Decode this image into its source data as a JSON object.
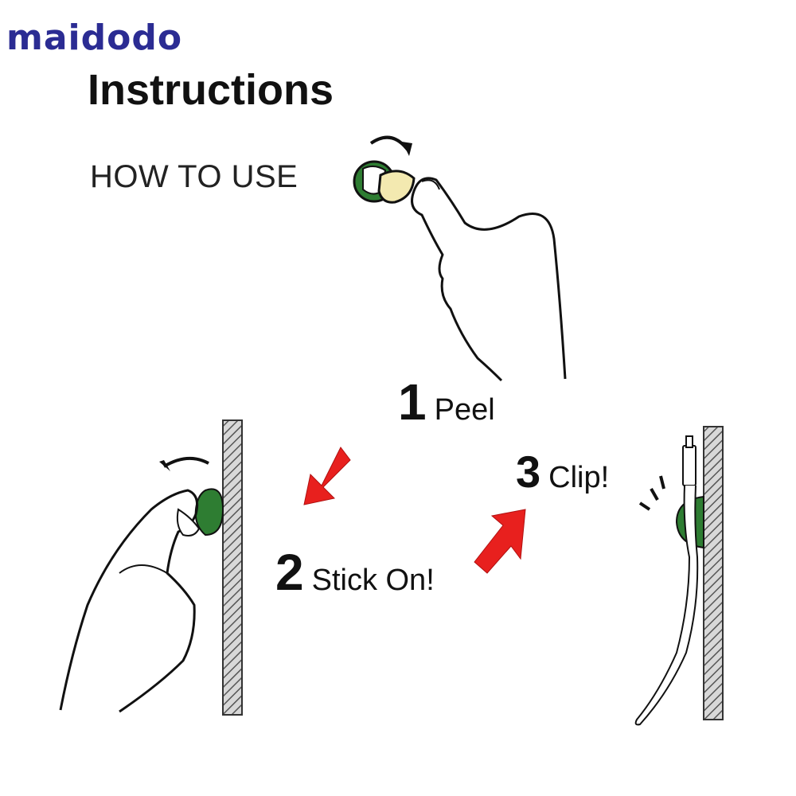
{
  "brand": {
    "logo_text": "maidodo",
    "color": "#2b2c93"
  },
  "header": {
    "title": "Instructions",
    "subtitle": "HOW TO USE"
  },
  "steps": [
    {
      "number": "1",
      "label": "Peel"
    },
    {
      "number": "2",
      "label": "Stick On!"
    },
    {
      "number": "3",
      "label": "Clip!"
    }
  ],
  "colors": {
    "clip_green": "#2e7d32",
    "adhesive": "#f3e9b0",
    "arrow_red": "#e8201e",
    "wall_hatch": "#555555"
  }
}
